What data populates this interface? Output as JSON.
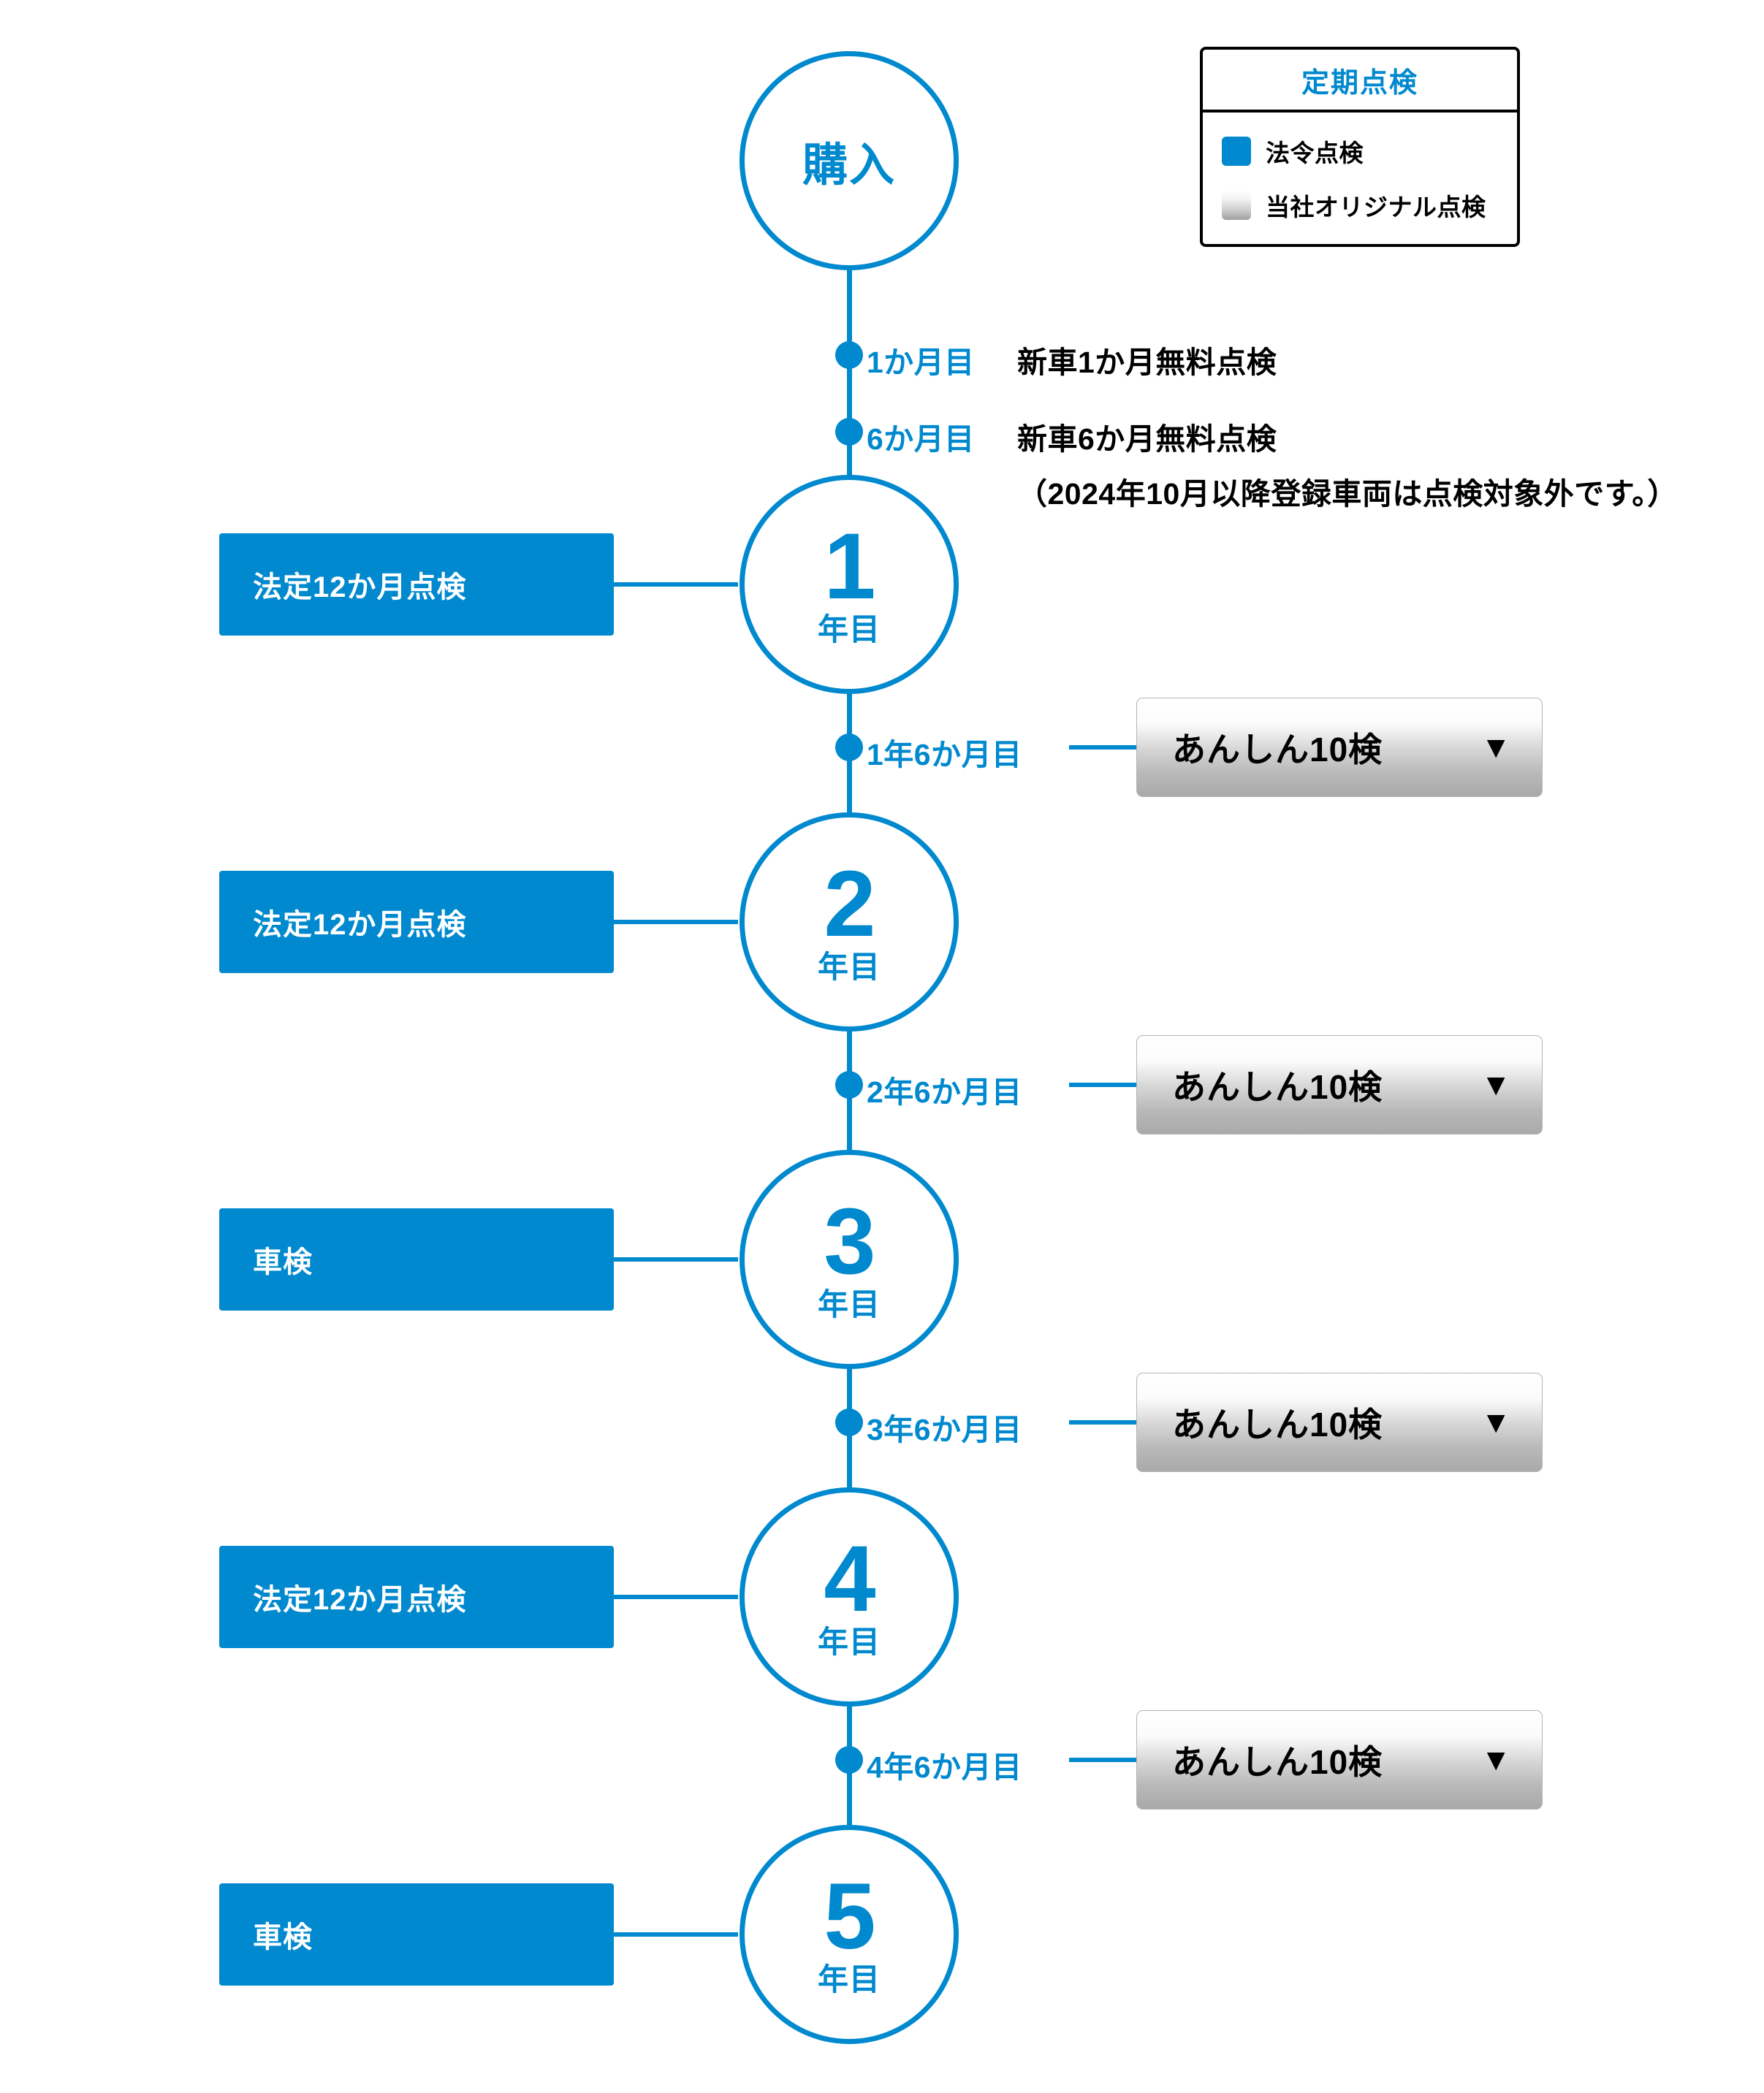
{
  "legend": {
    "title": "定期点検",
    "items": [
      {
        "label": "法令点検",
        "swatch": "blue",
        "color": "#0089CE"
      },
      {
        "label": "当社オリジナル点検",
        "swatch": "gradient",
        "color": "#C9C9C9"
      }
    ]
  },
  "theme": {
    "accent": "#0089CE",
    "box_text": "#FFFFFF",
    "body_text": "#000000",
    "background": "#FFFFFF"
  },
  "timeline": {
    "start_node": {
      "label": "購入"
    },
    "years": [
      {
        "number": "1",
        "unit": "年目",
        "box_label": "法定12か月点検",
        "box_type": "legal"
      },
      {
        "number": "2",
        "unit": "年目",
        "box_label": "法定12か月点検",
        "box_type": "legal"
      },
      {
        "number": "3",
        "unit": "年目",
        "box_label": "車検",
        "box_type": "legal"
      },
      {
        "number": "4",
        "unit": "年目",
        "box_label": "法定12か月点検",
        "box_type": "legal"
      },
      {
        "number": "5",
        "unit": "年目",
        "box_label": "車検",
        "box_type": "legal"
      }
    ],
    "milestones": [
      {
        "label": "1か月目",
        "desc": "新車1か月無料点検",
        "note": ""
      },
      {
        "label": "6か月目",
        "desc": "新車6か月無料点検",
        "note": "（2024年10月以降登録車両は点検対象外です。）"
      }
    ],
    "interval_checks": [
      {
        "label": "1年6か月目",
        "button": "あんしん10検",
        "caret": "▼"
      },
      {
        "label": "2年6か月目",
        "button": "あんしん10検",
        "caret": "▼"
      },
      {
        "label": "3年6か月目",
        "button": "あんしん10検",
        "caret": "▼"
      },
      {
        "label": "4年6か月目",
        "button": "あんしん10検",
        "caret": "▼"
      }
    ]
  }
}
